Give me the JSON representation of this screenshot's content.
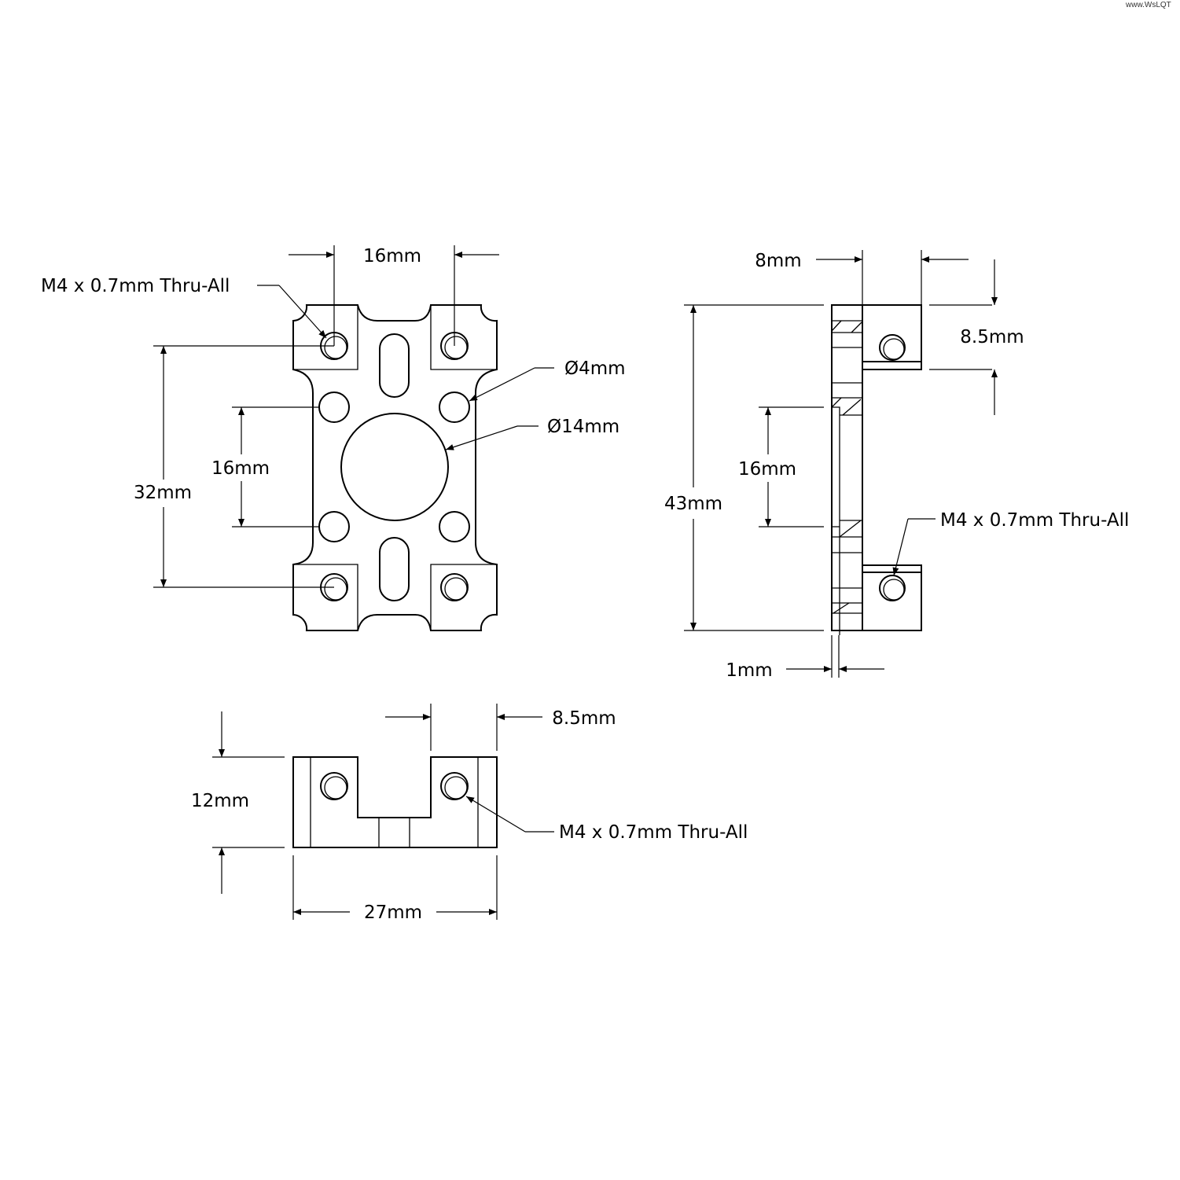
{
  "watermark": "www.WsLQT",
  "front_view": {
    "hole_spacing_horizontal": "16mm",
    "thread_callout": "M4 x 0.7mm Thru-All",
    "hole_spacing_outer_vertical": "32mm",
    "hole_spacing_inner_vertical": "16mm",
    "small_hole_diameter": "Ø4mm",
    "center_hole_diameter": "Ø14mm"
  },
  "side_view": {
    "width": "8mm",
    "pad_height": "8.5mm",
    "overall_height": "43mm",
    "inner_spacing": "16mm",
    "thread_callout": "M4 x 0.7mm Thru-All",
    "recess_depth": "1mm"
  },
  "bottom_view": {
    "height": "12mm",
    "pad_width": "8.5mm",
    "overall_width": "27mm",
    "thread_callout": "M4 x 0.7mm Thru-All"
  }
}
